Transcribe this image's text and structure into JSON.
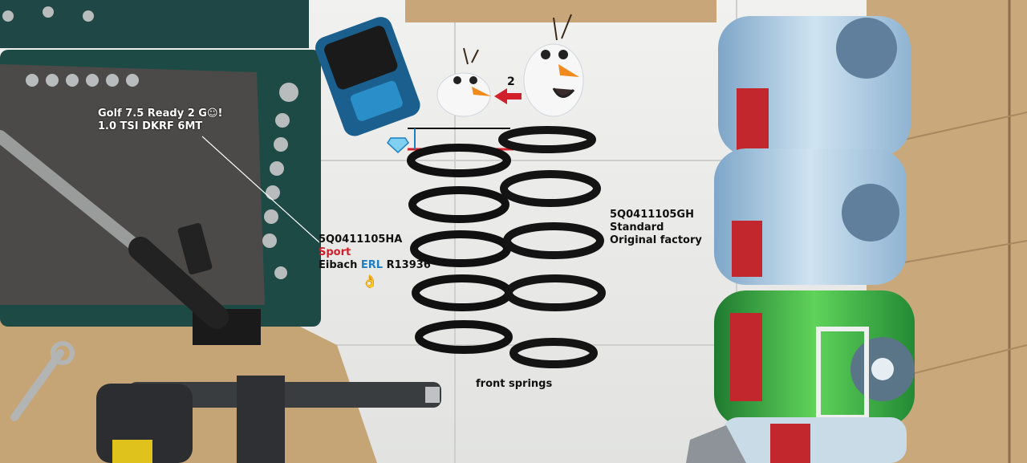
{
  "annotations": {
    "car_line1": "Golf 7.5 Ready 2 G☺!",
    "car_line2": "1.0 TSI DKRF 6MT",
    "sport_part_number": "5Q0411105HA",
    "sport_label": "Sport",
    "sport_brand_prefix": "Eibach ",
    "sport_brand_highlight": "ERL",
    "sport_brand_suffix": " R13936",
    "ok_hand_glyph": "👌",
    "standard_part_number": "5Q0411105GH",
    "standard_label": "Standard",
    "factory_label": "Original factory",
    "caption": "front springs",
    "arrow_number": "2"
  },
  "colors": {
    "sport_red": "#d2202c",
    "erl_blue": "#1d7fc0",
    "spring_black": "#111111",
    "floor": "#e8e8e6",
    "cardboard": "#c7a77c",
    "case_teal": "#1e4a46",
    "bottle_green": "#2ea043",
    "bottle_blue": "#9fc6e3"
  }
}
